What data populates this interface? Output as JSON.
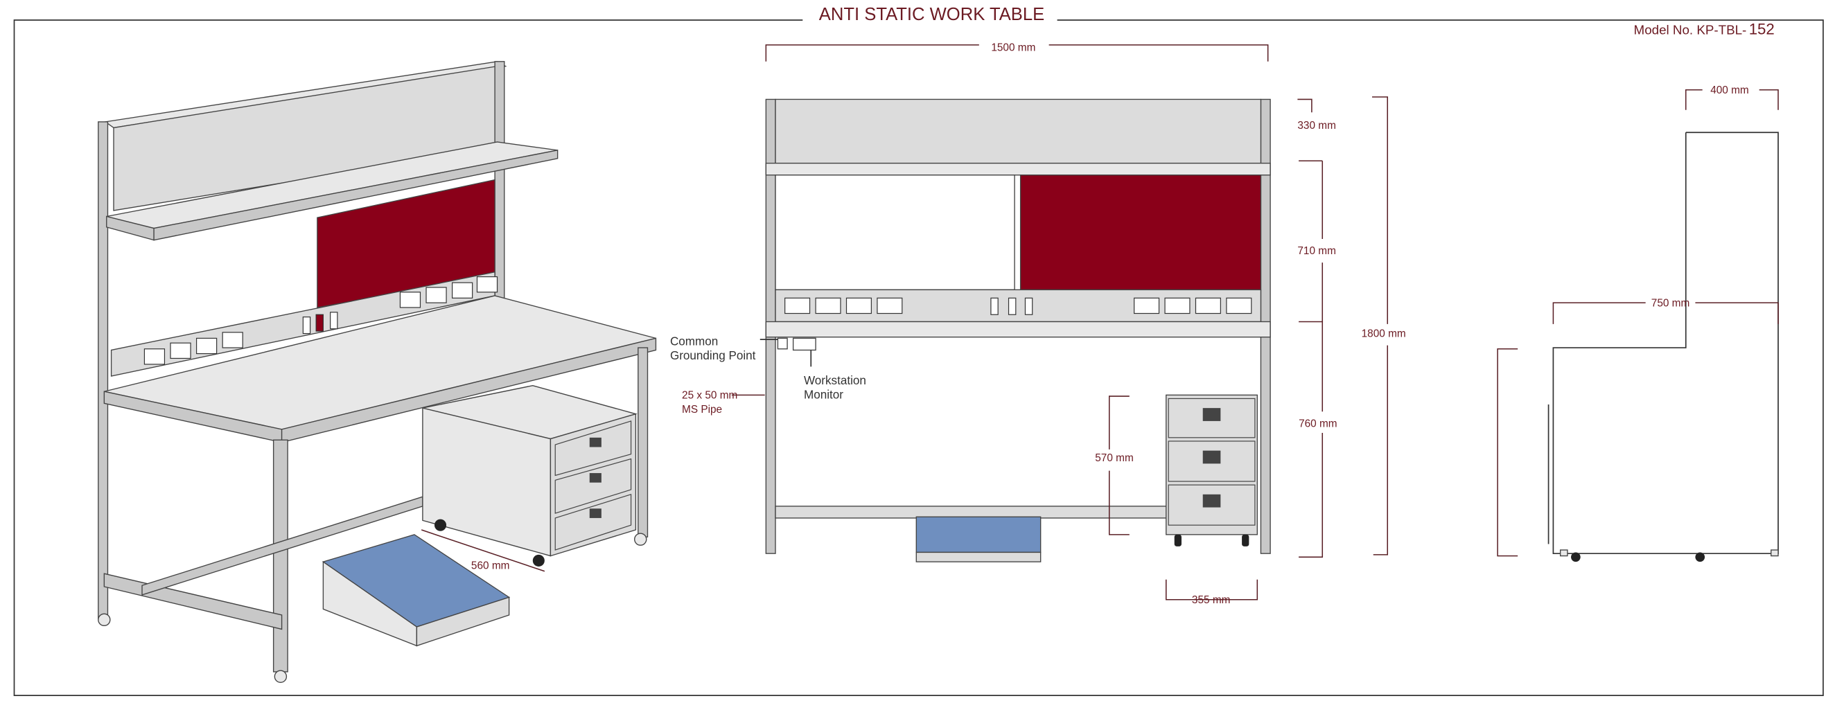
{
  "title": "ANTI STATIC WORK TABLE",
  "model_label": "Model No. KP-TBL-",
  "model_number": "152",
  "isometric_view": {
    "drawer_depth": "560 mm"
  },
  "front_view": {
    "width": "1500 mm",
    "panel_height": "330 mm",
    "middle_height": "710 mm",
    "table_height": "760 mm",
    "total_height": "1800 mm",
    "drawer_height": "570 mm",
    "drawer_width": "355 mm",
    "callouts": {
      "grounding_line1": "Common",
      "grounding_line2": "Grounding Point",
      "monitor_line1": "Workstation",
      "monitor_line2": "Monitor",
      "pipe_line1": "25 x 50 mm",
      "pipe_line2": "MS Pipe"
    }
  },
  "side_view": {
    "shelf_depth": "400 mm",
    "table_depth": "750 mm"
  },
  "colors": {
    "panel_red": "#8a0019",
    "footrest_blue": "#6f8fbf",
    "dimension_text": "#6b1a22"
  }
}
